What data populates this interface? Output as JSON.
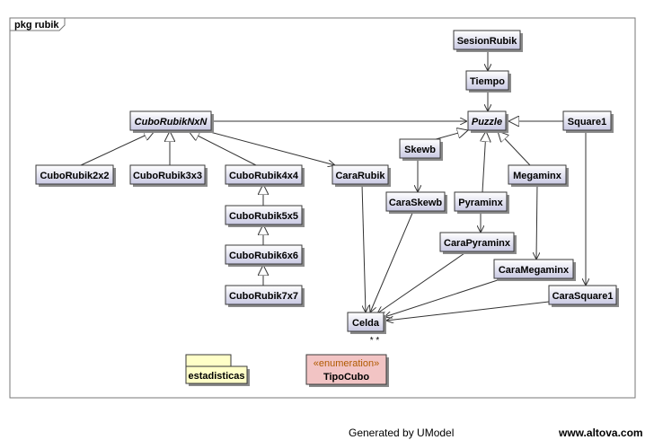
{
  "package": {
    "tab_label": "pkg rubik"
  },
  "classes": {
    "sesion_rubik": "SesionRubik",
    "tiempo": "Tiempo",
    "cubo_rubik_nxn": "CuboRubikNxN",
    "puzzle": "Puzzle",
    "square1": "Square1",
    "skewb": "Skewb",
    "cubo_rubik_2x2": "CuboRubik2x2",
    "cubo_rubik_3x3": "CuboRubik3x3",
    "cubo_rubik_4x4": "CuboRubik4x4",
    "cara_rubik": "CaraRubik",
    "megaminx": "Megaminx",
    "cara_skewb": "CaraSkewb",
    "pyraminx": "Pyraminx",
    "cubo_rubik_5x5": "CuboRubik5x5",
    "cara_pyraminx": "CaraPyraminx",
    "cubo_rubik_6x6": "CuboRubik6x6",
    "cara_megaminx": "CaraMegaminx",
    "cubo_rubik_7x7": "CuboRubik7x7",
    "cara_square1": "CaraSquare1",
    "celda": "Celda"
  },
  "multiplicity": "* *",
  "subpackage": {
    "label": "estadisticas"
  },
  "enumeration": {
    "stereotype": "«enumeration»",
    "name": "TipoCubo"
  },
  "colors": {
    "class_fill_top": "#ffffff",
    "class_fill_bottom": "#c9c9e3",
    "package_fill": "#ffffc8",
    "enum_fill": "#f2c4c4",
    "enum_stereotype": "#b05a00"
  },
  "footer": {
    "generated": "Generated by UModel",
    "site": "www.altova.com"
  }
}
